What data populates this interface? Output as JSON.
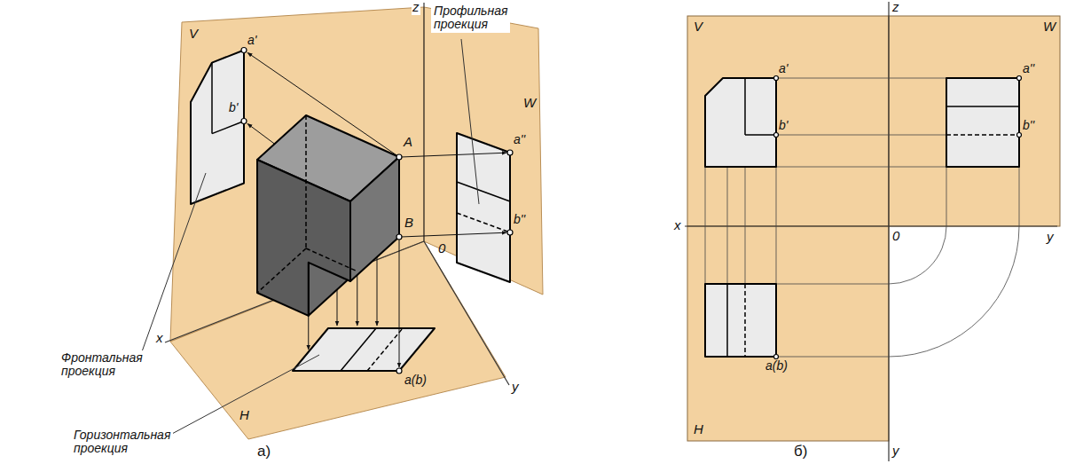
{
  "diagram": {
    "labels": [
      "V",
      "a'",
      "b'",
      "z",
      "A",
      "B",
      "0",
      "Профильная проекция",
      "a''",
      "b''",
      "W",
      "x",
      "y",
      "H",
      "a(b)",
      "Фронтальная проекция",
      "Горизонтальная проекция",
      "а)",
      "z",
      "V",
      "W",
      "a'",
      "a''",
      "b'",
      "b''",
      "x",
      "0",
      "y",
      "H",
      "y",
      "a(b)",
      "б)"
    ]
  }
}
